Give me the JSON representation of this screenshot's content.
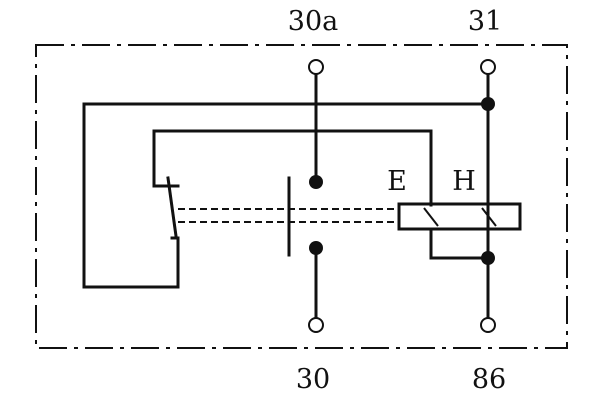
{
  "diagram": {
    "terminals": {
      "top_left": "30a",
      "top_right": "31",
      "bottom_left": "30",
      "bottom_right": "86"
    },
    "coil_labels": {
      "left": "E",
      "right": "H"
    }
  }
}
